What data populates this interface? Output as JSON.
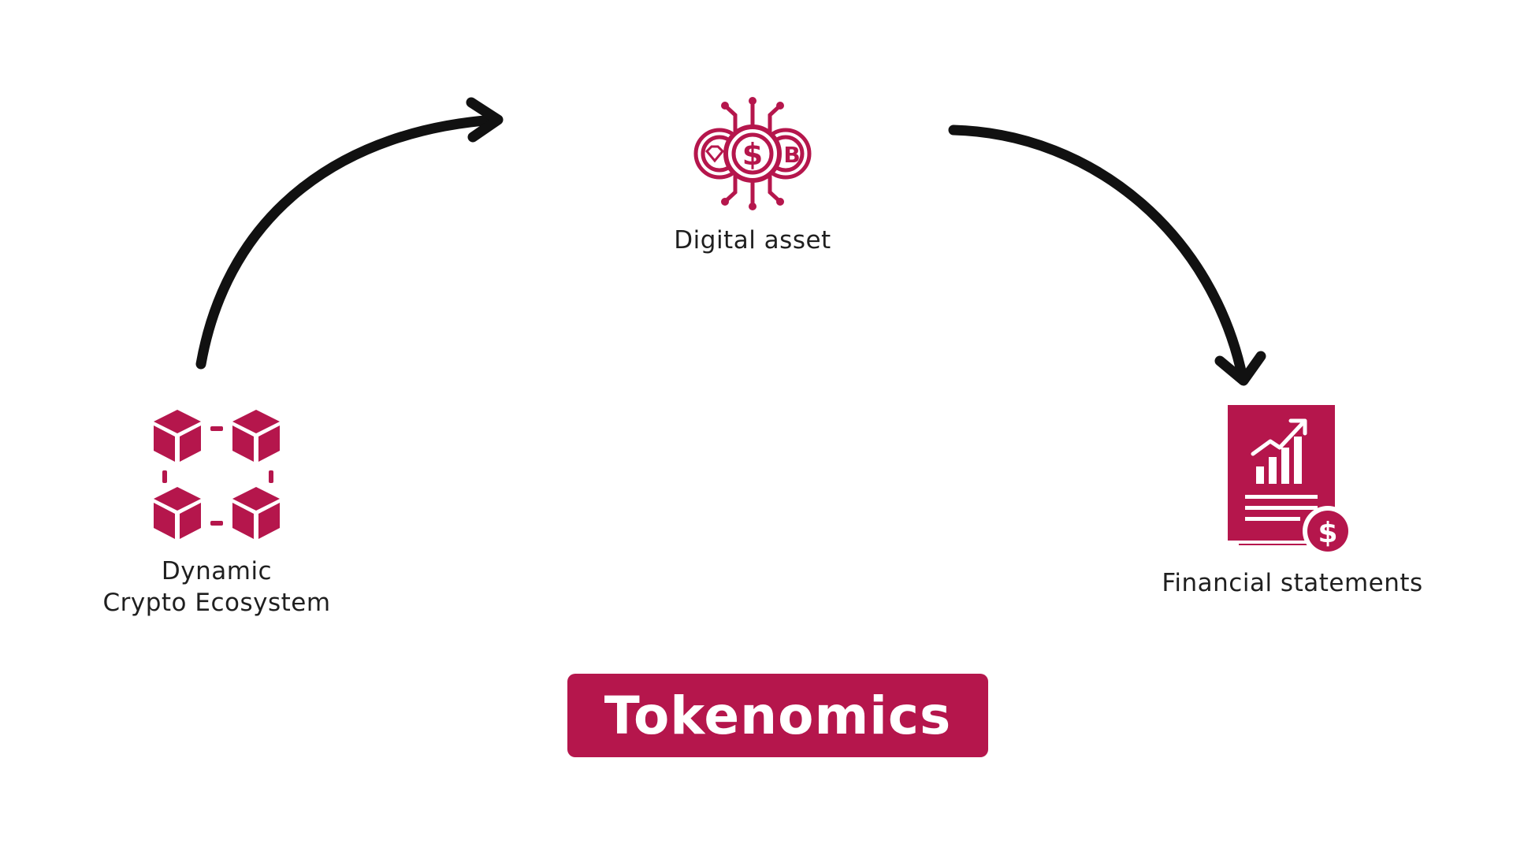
{
  "diagram": {
    "title": "Tokenomics",
    "accent_color": "#b5164c",
    "arrow_color": "#111111",
    "nodes": [
      {
        "id": "ecosystem",
        "icon": "blockchain-cubes-icon",
        "label_lines": [
          "Dynamic",
          "Crypto Ecosystem"
        ]
      },
      {
        "id": "asset",
        "icon": "digital-asset-coins-icon",
        "label_lines": [
          "Digital asset"
        ]
      },
      {
        "id": "financial",
        "icon": "financial-report-icon",
        "label_lines": [
          "Financial statements"
        ]
      }
    ],
    "flow": [
      {
        "from": "ecosystem",
        "to": "asset"
      },
      {
        "from": "asset",
        "to": "financial"
      }
    ]
  }
}
